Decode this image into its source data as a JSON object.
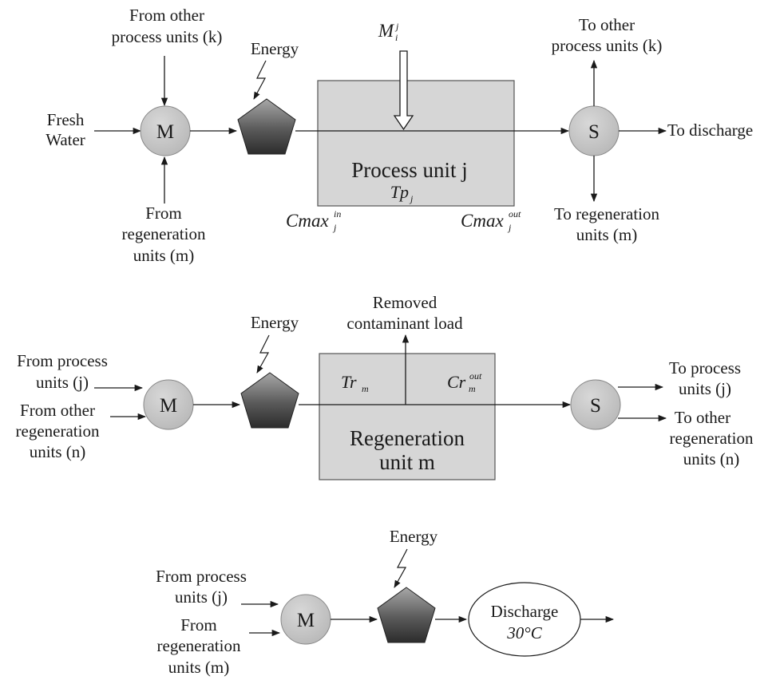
{
  "colors": {
    "line": "#1a1a1a",
    "node_fill": "#c8c8c8",
    "box_fill": "#d6d6d6",
    "box_border": "#555555",
    "pentagon_dark": "#2c2c2c",
    "pentagon_light": "#a8a8a8"
  },
  "section1": {
    "mixer_label": "M",
    "splitter_label": "S",
    "in_top": [
      "From other",
      "process units (k)"
    ],
    "in_left": [
      "Fresh",
      "Water"
    ],
    "in_bottom": [
      "From",
      "regeneration",
      "units (m)"
    ],
    "energy": "Energy",
    "load_base": "M",
    "load_sup": "j",
    "load_sub": "i",
    "unit_name": "Process unit j",
    "unit_temp_base": "Tp",
    "unit_temp_sub": "j",
    "cin_base": "Cmax",
    "cin_sup": "in",
    "cin_sub": "j",
    "cout_base": "Cmax",
    "cout_sup": "out",
    "cout_sub": "j",
    "out_top": [
      "To other",
      "process units (k)"
    ],
    "out_right": "To discharge",
    "out_bottom": [
      "To regeneration",
      "units (m)"
    ]
  },
  "section2": {
    "mixer_label": "M",
    "splitter_label": "S",
    "in_1": [
      "From process",
      "units (j)"
    ],
    "in_2": [
      "From other",
      "regeneration",
      "units (n)"
    ],
    "energy": "Energy",
    "removed": [
      "Removed",
      "contaminant load"
    ],
    "tr_base": "Tr",
    "tr_sub": "m",
    "cr_base": "Cr",
    "cr_sup": "out",
    "cr_sub": "m",
    "unit_name": [
      "Regeneration",
      "unit m"
    ],
    "out_1": [
      "To process",
      "units (j)"
    ],
    "out_2": [
      "To other",
      "regeneration",
      "units (n)"
    ]
  },
  "section3": {
    "mixer_label": "M",
    "in_1": [
      "From process",
      "units (j)"
    ],
    "in_2": [
      "From",
      "regeneration",
      "units (m)"
    ],
    "energy": "Energy",
    "discharge": "Discharge",
    "temperature": "30°C"
  }
}
